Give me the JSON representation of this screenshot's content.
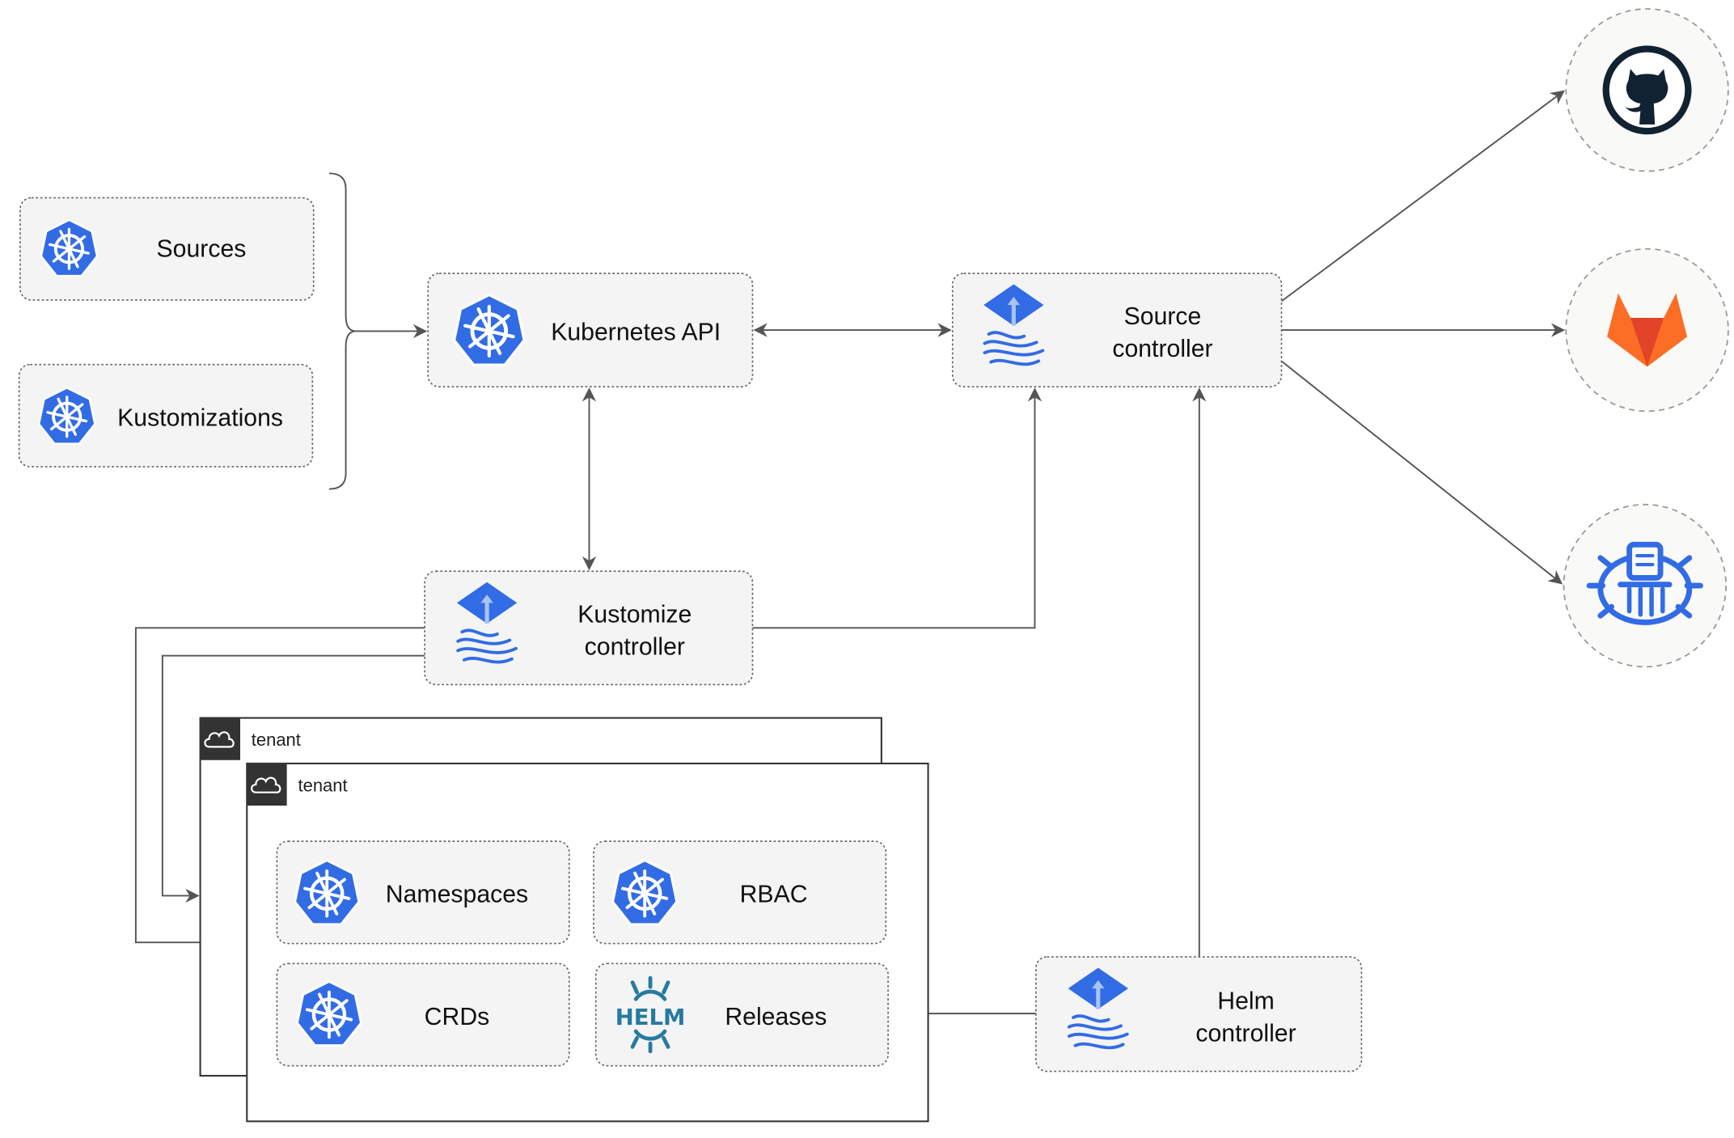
{
  "nodes": {
    "sources": {
      "label": "Sources",
      "icon": "kubernetes-icon"
    },
    "kustomizations": {
      "label": "Kustomizations",
      "icon": "kubernetes-icon"
    },
    "kubernetes_api": {
      "label": "Kubernetes API",
      "icon": "kubernetes-icon"
    },
    "source_controller": {
      "line1": "Source",
      "line2": "controller",
      "icon": "flux-icon"
    },
    "kustomize_controller": {
      "line1": "Kustomize",
      "line2": "controller",
      "icon": "flux-icon"
    },
    "helm_controller": {
      "line1": "Helm",
      "line2": "controller",
      "icon": "flux-icon"
    },
    "namespaces": {
      "label": "Namespaces",
      "icon": "kubernetes-icon"
    },
    "rbac": {
      "label": "RBAC",
      "icon": "kubernetes-icon"
    },
    "crds": {
      "label": "CRDs",
      "icon": "kubernetes-icon"
    },
    "releases": {
      "label": "Releases",
      "icon": "helm-icon",
      "logo_text": "HELM"
    }
  },
  "tenants": [
    {
      "label": "tenant",
      "icon": "cloud-icon"
    },
    {
      "label": "tenant",
      "icon": "cloud-icon"
    }
  ],
  "external_sources": [
    {
      "icon": "github-icon"
    },
    {
      "icon": "gitlab-icon"
    },
    {
      "icon": "bucket-icon"
    }
  ],
  "colors": {
    "kubernetes_blue": "#326ce5",
    "helm_teal": "#277a9f",
    "github_dark": "#112233",
    "gitlab_orange": "#e24329",
    "gitlab_yellow": "#fca326",
    "edge": "#555555"
  }
}
